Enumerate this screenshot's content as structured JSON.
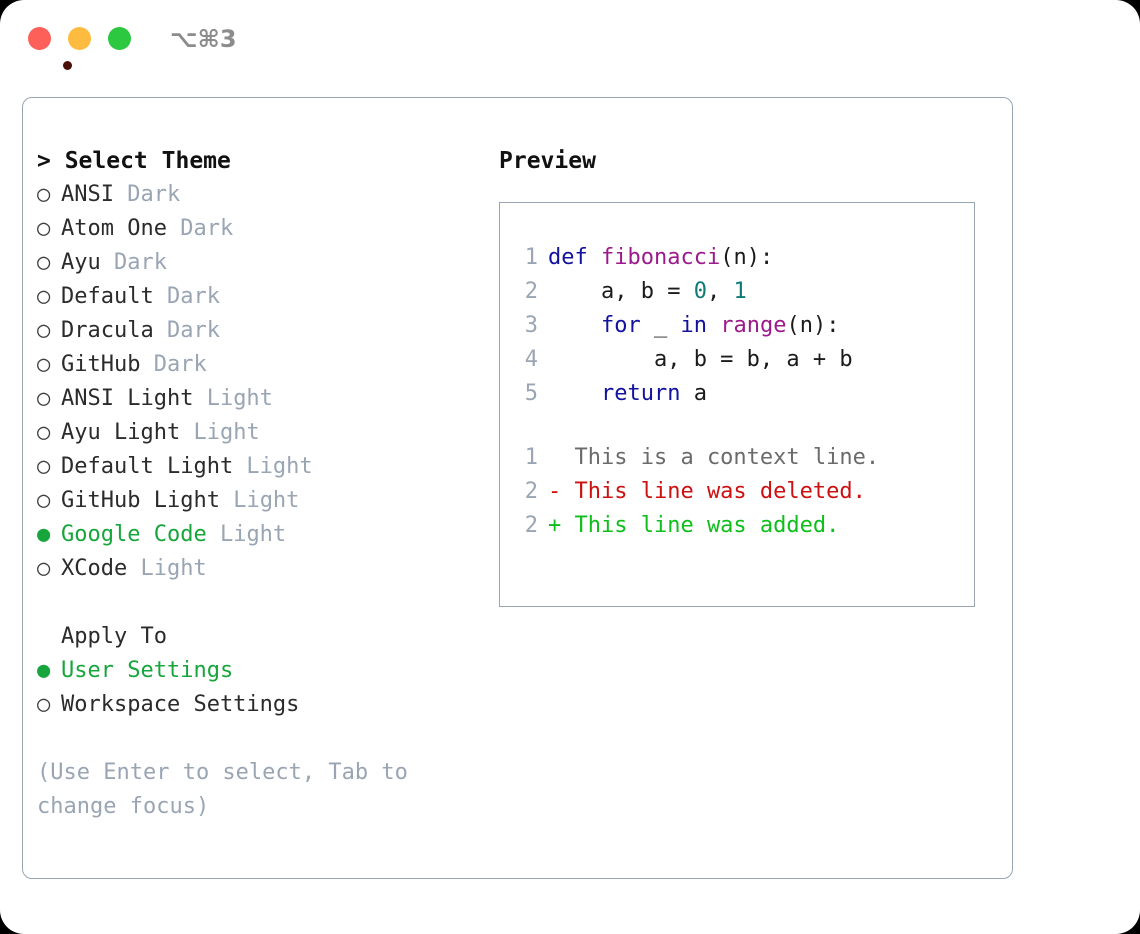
{
  "titlebar": {
    "shortcut": "⌥⌘3",
    "buttons": [
      {
        "name": "close",
        "color": "#fc6058"
      },
      {
        "name": "minimize",
        "color": "#fdbc40"
      },
      {
        "name": "maximize",
        "color": "#2bc840"
      }
    ]
  },
  "colors": {
    "accent_green": "#17a63c",
    "muted": "#9aa5b4",
    "border": "#9aa5b4",
    "keyword": "#12129e",
    "function": "#9c1a8c",
    "number": "#0e7a78",
    "diff_add": "#0fbe1b",
    "diff_del": "#cc1111",
    "diff_ctx": "#6b6b6b"
  },
  "theme_list": {
    "header": "> Select Theme",
    "options": [
      {
        "marker": "○",
        "label": "ANSI",
        "tag": "Dark",
        "selected": false
      },
      {
        "marker": "○",
        "label": "Atom One",
        "tag": "Dark",
        "selected": false
      },
      {
        "marker": "○",
        "label": "Ayu",
        "tag": "Dark",
        "selected": false
      },
      {
        "marker": "○",
        "label": "Default",
        "tag": "Dark",
        "selected": false
      },
      {
        "marker": "○",
        "label": "Dracula",
        "tag": "Dark",
        "selected": false
      },
      {
        "marker": "○",
        "label": "GitHub",
        "tag": "Dark",
        "selected": false
      },
      {
        "marker": "○",
        "label": "ANSI Light",
        "tag": "Light",
        "selected": false
      },
      {
        "marker": "○",
        "label": "Ayu Light",
        "tag": "Light",
        "selected": false
      },
      {
        "marker": "○",
        "label": "Default Light",
        "tag": "Light",
        "selected": false
      },
      {
        "marker": "○",
        "label": "GitHub Light",
        "tag": "Light",
        "selected": false
      },
      {
        "marker": "●",
        "label": "Google Code",
        "tag": "Light",
        "selected": true
      },
      {
        "marker": "○",
        "label": "XCode",
        "tag": "Light",
        "selected": false
      }
    ]
  },
  "apply_to": {
    "header": "Apply To",
    "options": [
      {
        "marker": "●",
        "label": "User Settings",
        "selected": true
      },
      {
        "marker": "○",
        "label": "Workspace Settings",
        "selected": false
      }
    ]
  },
  "hint": "(Use Enter to select, Tab to change focus)",
  "preview": {
    "title": "Preview",
    "code_lines": [
      {
        "no": "1",
        "tokens": [
          {
            "t": "def ",
            "c": "kw"
          },
          {
            "t": "fibonacci",
            "c": "fn"
          },
          {
            "t": "(n):",
            "c": "pl"
          }
        ]
      },
      {
        "no": "2",
        "tokens": [
          {
            "t": "    a, b = ",
            "c": "pl"
          },
          {
            "t": "0",
            "c": "num"
          },
          {
            "t": ", ",
            "c": "pl"
          },
          {
            "t": "1",
            "c": "num"
          }
        ]
      },
      {
        "no": "3",
        "tokens": [
          {
            "t": "    for ",
            "c": "kw"
          },
          {
            "t": "_ ",
            "c": "pl"
          },
          {
            "t": "in ",
            "c": "kw"
          },
          {
            "t": "range",
            "c": "fn"
          },
          {
            "t": "(n):",
            "c": "pl"
          }
        ]
      },
      {
        "no": "4",
        "tokens": [
          {
            "t": "        a, b = b, a + b",
            "c": "pl"
          }
        ]
      },
      {
        "no": "5",
        "tokens": [
          {
            "t": "    return ",
            "c": "kw"
          },
          {
            "t": "a",
            "c": "pl"
          }
        ]
      }
    ],
    "diff_lines": [
      {
        "no": "1",
        "text": "  This is a context line.",
        "kind": "ctx"
      },
      {
        "no": "2",
        "text": "- This line was deleted.",
        "kind": "del"
      },
      {
        "no": "2",
        "text": "+ This line was added.",
        "kind": "add"
      }
    ]
  }
}
